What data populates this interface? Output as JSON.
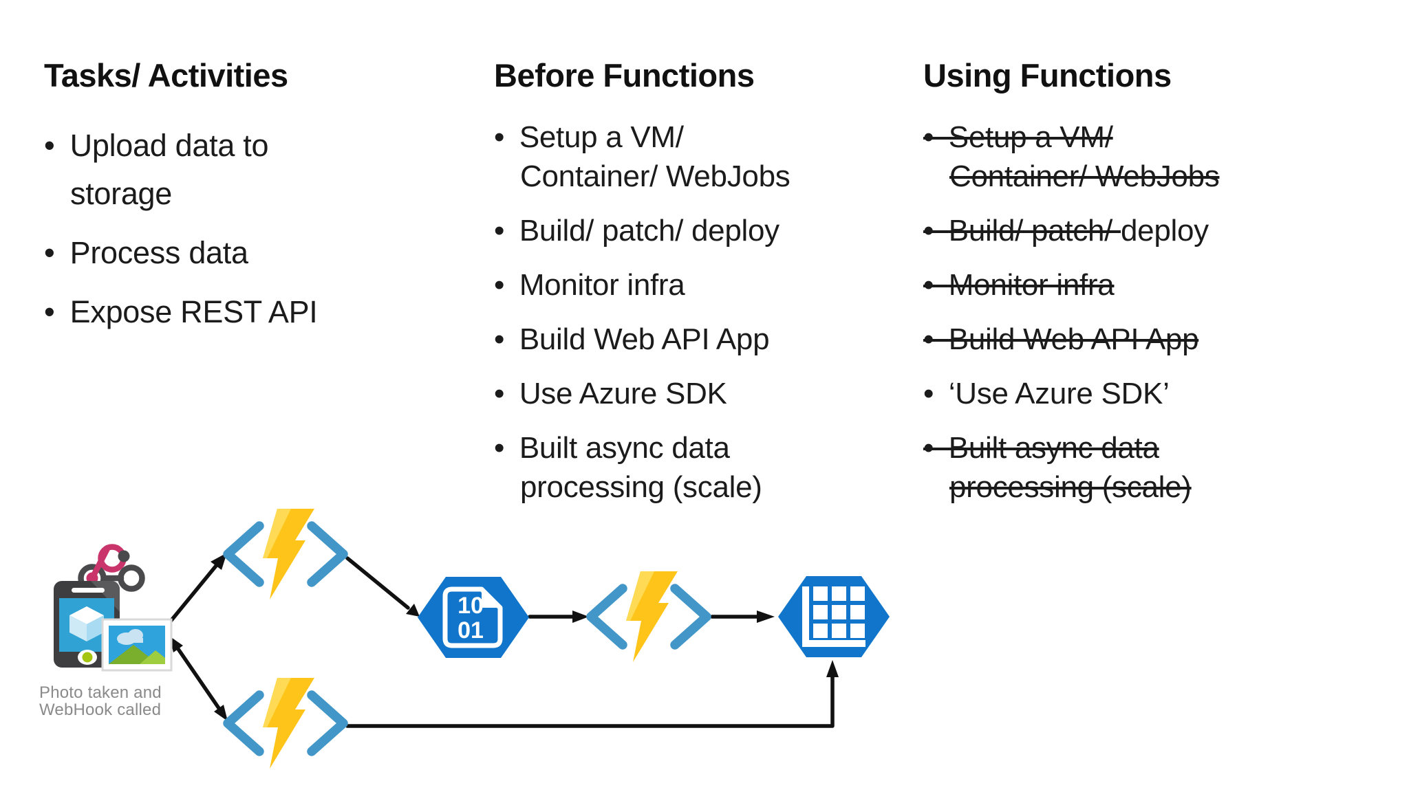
{
  "list_marker": "•",
  "columns": [
    {
      "id": "tasks",
      "title": "Tasks/ Activities",
      "bullets": [
        {
          "bullet_struck": false,
          "lines": [
            "Upload data to",
            "storage"
          ]
        },
        {
          "bullet_struck": false,
          "lines": [
            "Process data"
          ]
        },
        {
          "bullet_struck": false,
          "lines": [
            "Expose REST API"
          ]
        }
      ]
    },
    {
      "id": "before-functions",
      "title": "Before Functions",
      "bullets": [
        {
          "bullet_struck": false,
          "lines": [
            "Setup a VM/",
            "Container/ WebJobs"
          ]
        },
        {
          "bullet_struck": false,
          "lines": [
            "Build/ patch/ deploy"
          ]
        },
        {
          "bullet_struck": false,
          "lines": [
            "Monitor infra"
          ]
        },
        {
          "bullet_struck": false,
          "lines": [
            "Build Web API App"
          ]
        },
        {
          "bullet_struck": false,
          "lines": [
            "Use Azure SDK"
          ]
        },
        {
          "bullet_struck": false,
          "lines": [
            "Built async data",
            "processing (scale)"
          ]
        }
      ]
    },
    {
      "id": "using-functions",
      "title": "Using Functions",
      "bullets": [
        {
          "bullet_struck": true,
          "lines": [
            [
              {
                "text": "Setup a VM/",
                "struck": true
              }
            ],
            [
              {
                "text": "Container/ WebJobs",
                "struck": true
              }
            ]
          ]
        },
        {
          "bullet_struck": true,
          "lines": [
            [
              {
                "text": "Build/ patch/ ",
                "struck": true
              },
              {
                "text": "deploy",
                "struck": false
              }
            ]
          ]
        },
        {
          "bullet_struck": true,
          "lines": [
            [
              {
                "text": "Monitor infra",
                "struck": true
              }
            ]
          ]
        },
        {
          "bullet_struck": true,
          "lines": [
            [
              {
                "text": "Build Web API App",
                "struck": true
              }
            ]
          ]
        },
        {
          "bullet_struck": false,
          "lines": [
            [
              {
                "text": "‘Use Azure SDK’",
                "struck": false
              }
            ]
          ]
        },
        {
          "bullet_struck": true,
          "lines": [
            [
              {
                "text": "Built async data",
                "struck": true
              }
            ],
            [
              {
                "text": "processing (scale)",
                "struck": true
              }
            ]
          ]
        }
      ]
    }
  ],
  "diagram": {
    "caption_line1": "Photo taken and",
    "caption_line2": "WebHook called",
    "nodes": [
      "webhook-device",
      "azure-function-http",
      "blob-storage",
      "azure-function-blob-trigger",
      "table-storage",
      "azure-function-direct"
    ]
  },
  "colors": {
    "function_bracket_blue": "#4397C8",
    "function_bolt_yellow": "#FFC419",
    "function_bolt_light": "#FFDA55",
    "hexagon_blue": "#1176CB",
    "webhook_pink": "#C9356B",
    "webhook_dark": "#4A4A4C",
    "arrow_black": "#111111",
    "device_body": "#3E3E40",
    "device_body_light": "#5A5A5C",
    "screen_blue": "#30A2D4",
    "cube_left": "#CFEAF7",
    "cube_right": "#A9DCF3",
    "photo_sky": "#2FA3DC",
    "cloud_blue": "#C9E3F2",
    "mountain_dark_green": "#79AF2C",
    "mountain_light_green": "#9ECD3F",
    "home_button_green": "#A4C613",
    "caption_gray": "#8A8A8A",
    "text_black": "#1B1B1B"
  }
}
